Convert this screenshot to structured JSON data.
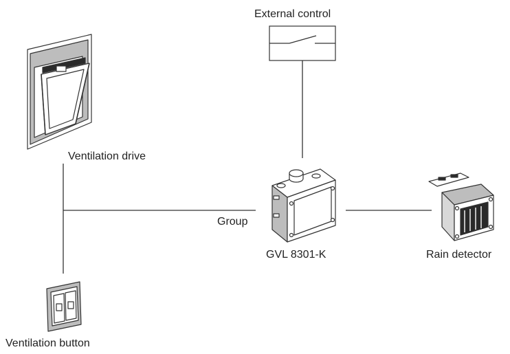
{
  "labels": {
    "external_control": "External control",
    "ventilation_drive": "Ventilation drive",
    "group": "Group",
    "controller": "GVL 8301-K",
    "rain_detector": "Rain detector",
    "ventilation_button": "Ventilation button"
  },
  "colors": {
    "line": "#333333",
    "fill": "#ffffff",
    "shade": "#bdbdbd",
    "dark": "#2a2a2a"
  },
  "icons": [
    "window-drive-icon",
    "switch-icon",
    "controller-box-icon",
    "rain-detector-icon",
    "wall-button-icon"
  ]
}
